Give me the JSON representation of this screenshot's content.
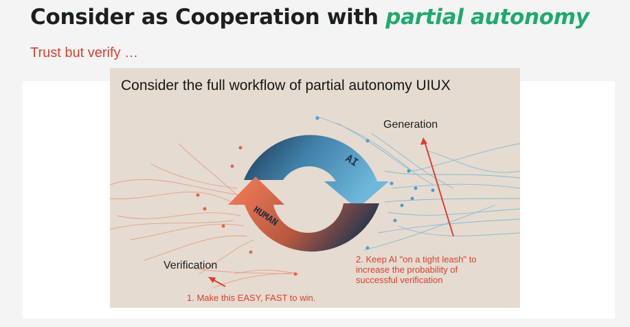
{
  "slide": {
    "title_prefix": "Consider as Cooperation with ",
    "title_accent": "partial autonomy",
    "subtitle": "Trust but verify …"
  },
  "figure": {
    "title": "Consider the full workflow of partial autonomy UIUX",
    "cycle_labels": {
      "top": "AI",
      "bottom": "HUMAN"
    },
    "generation_label": "Generation",
    "verification_label": "Verification",
    "note_verification": "1. Make this EASY, FAST to win.",
    "note_generation_lines": [
      "2. Keep AI \"on a tight leash\" to",
      "increase the probability of",
      "successful verification"
    ]
  },
  "colors": {
    "title_text": "#1c1f1f",
    "accent_green": "#1faa6e",
    "annotation_red": "#d8402e",
    "figure_bg": "#e5dbd0",
    "ai_blue": "#5aa9cf",
    "ai_dark": "#1d3550",
    "human_orange": "#e56a4a"
  }
}
